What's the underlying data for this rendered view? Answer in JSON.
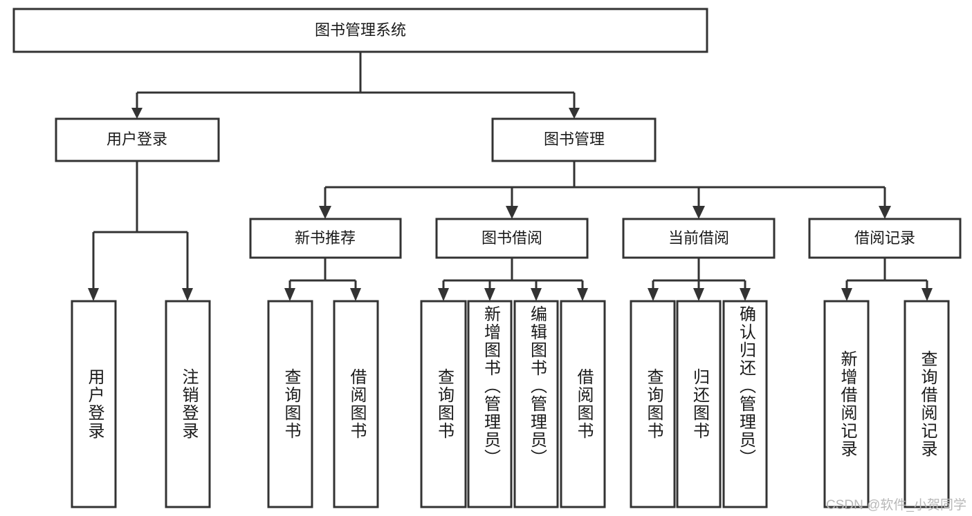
{
  "diagram": {
    "title": "图书管理系统",
    "type": "tree",
    "root": {
      "id": "root",
      "label": "图书管理系统",
      "orientation": "horizontal"
    },
    "level2": [
      {
        "id": "user-login",
        "label": "用户登录",
        "orientation": "horizontal"
      },
      {
        "id": "book-manage",
        "label": "图书管理",
        "orientation": "horizontal"
      }
    ],
    "level3": [
      {
        "id": "new-book-recommend",
        "label": "新书推荐",
        "orientation": "horizontal",
        "parent": "book-manage"
      },
      {
        "id": "book-borrow",
        "label": "图书借阅",
        "orientation": "horizontal",
        "parent": "book-manage"
      },
      {
        "id": "current-borrow",
        "label": "当前借阅",
        "orientation": "horizontal",
        "parent": "book-manage"
      },
      {
        "id": "borrow-record",
        "label": "借阅记录",
        "orientation": "horizontal",
        "parent": "book-manage"
      }
    ],
    "leaves": [
      {
        "id": "leaf-user-login",
        "label": "用户登录",
        "parent": "user-login"
      },
      {
        "id": "leaf-logout-login",
        "label": "注销登录",
        "parent": "user-login"
      },
      {
        "id": "leaf-query-book-1",
        "label": "查询图书",
        "parent": "new-book-recommend"
      },
      {
        "id": "leaf-borrow-book-1",
        "label": "借阅图书",
        "parent": "new-book-recommend"
      },
      {
        "id": "leaf-query-book-2",
        "label": "查询图书",
        "parent": "book-borrow"
      },
      {
        "id": "leaf-add-book",
        "label": "新增图书（管理员）",
        "parent": "book-borrow"
      },
      {
        "id": "leaf-edit-book",
        "label": "编辑图书（管理员）",
        "parent": "book-borrow"
      },
      {
        "id": "leaf-borrow-book-2",
        "label": "借阅图书",
        "parent": "book-borrow"
      },
      {
        "id": "leaf-query-book-3",
        "label": "查询图书",
        "parent": "current-borrow"
      },
      {
        "id": "leaf-return-book",
        "label": "归还图书",
        "parent": "current-borrow"
      },
      {
        "id": "leaf-confirm-return",
        "label": "确认归还（管理员）",
        "parent": "current-borrow"
      },
      {
        "id": "leaf-add-record",
        "label": "新增借阅记录",
        "parent": "borrow-record"
      },
      {
        "id": "leaf-query-record",
        "label": "查询借阅记录",
        "parent": "borrow-record"
      }
    ]
  },
  "watermark": {
    "text": "CSDN @软件_小贺同学"
  },
  "colors": {
    "stroke": "#333333",
    "fill": "#ffffff",
    "text": "#1a1a1a",
    "watermark": "#b8b8b8",
    "background": "#ffffff"
  }
}
